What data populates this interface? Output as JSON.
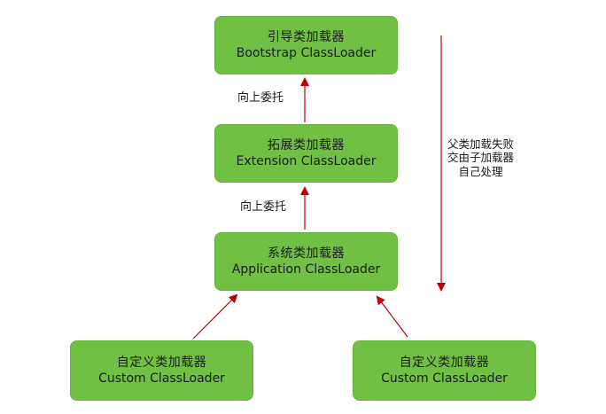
{
  "nodes": {
    "bootstrap": {
      "zh": "引导类加载器",
      "en": "Bootstrap ClassLoader"
    },
    "extension": {
      "zh": "拓展类加载器",
      "en": "Extension ClassLoader"
    },
    "application": {
      "zh": "系统类加载器",
      "en": "Application ClassLoader"
    },
    "custom_left": {
      "zh": "自定义类加载器",
      "en": "Custom ClassLoader"
    },
    "custom_right": {
      "zh": "自定义类加载器",
      "en": "Custom ClassLoader"
    }
  },
  "edge_labels": {
    "delegate_upper": "向上委托",
    "delegate_lower": "向上委托"
  },
  "side_note": {
    "line1": "父类加载失败",
    "line2": "交由子加载器",
    "line3": "自己处理"
  },
  "colors": {
    "node_fill": "#70c043",
    "arrow": "#c00000",
    "text": "#1a1a1a"
  }
}
